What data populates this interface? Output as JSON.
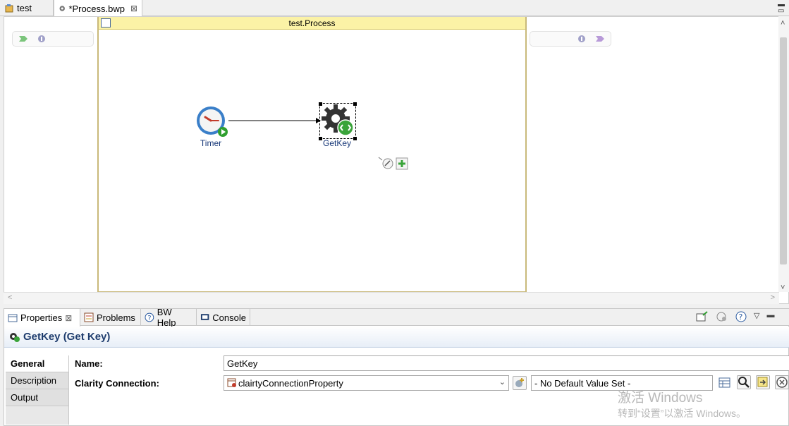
{
  "editor_tabs": [
    {
      "label": "test"
    },
    {
      "label": "*Process.bwp"
    }
  ],
  "process": {
    "title": "test.Process",
    "activities": [
      {
        "label": "Timer"
      },
      {
        "label": "GetKey"
      }
    ]
  },
  "bottom_tabs": [
    {
      "label": "Properties"
    },
    {
      "label": "Problems"
    },
    {
      "label": "BW Help"
    },
    {
      "label": "Console"
    }
  ],
  "properties": {
    "title": "GetKey (Get Key)",
    "side_tabs": [
      "General",
      "Description",
      "Output"
    ],
    "name_label": "Name:",
    "name_value": "GetKey",
    "connection_label": "Clarity Connection:",
    "connection_value": "clairtyConnectionProperty",
    "default_value": "- No Default Value Set -"
  },
  "watermark": {
    "line1": "激活 Windows",
    "line2": "转到“设置”以激活 Windows。"
  }
}
